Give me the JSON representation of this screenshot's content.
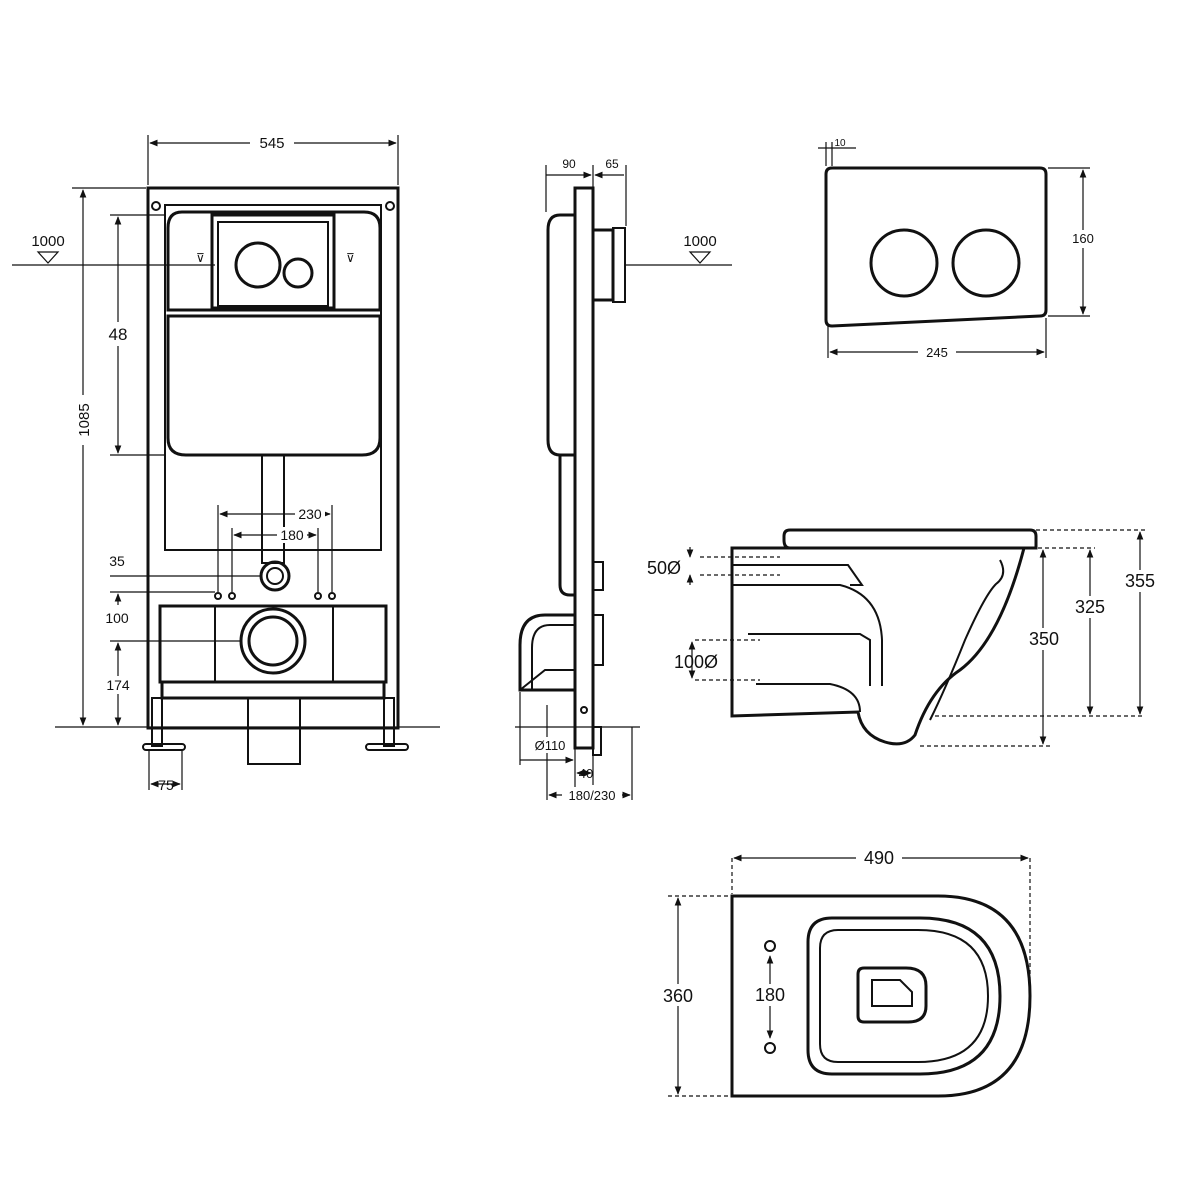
{
  "frame_view": {
    "width_label": "545",
    "height_label": "1085",
    "level_label": "1000",
    "tank_height_label": "48",
    "pipe_spacing_outer_label": "230",
    "pipe_spacing_inner_label": "180",
    "offset_35_label": "35",
    "offset_100_label": "100",
    "floor_offset_label": "174",
    "foot_width_label": "75"
  },
  "side_view": {
    "depth_frame_label": "90",
    "depth_plate_label": "65",
    "level_label": "1000",
    "pipe_diameter_label": "Ø110",
    "offset_40_label": "40",
    "spacing_label": "180/230"
  },
  "flush_plate": {
    "thickness_label": "10",
    "height_label": "160",
    "width_label": "245"
  },
  "bowl_side": {
    "inlet_label": "50Ø",
    "outlet_label": "100Ø",
    "height_325_label": "325",
    "height_350_label": "350",
    "height_355_label": "355"
  },
  "bowl_top": {
    "length_label": "490",
    "width_label": "360",
    "bolt_spacing_label": "180"
  }
}
